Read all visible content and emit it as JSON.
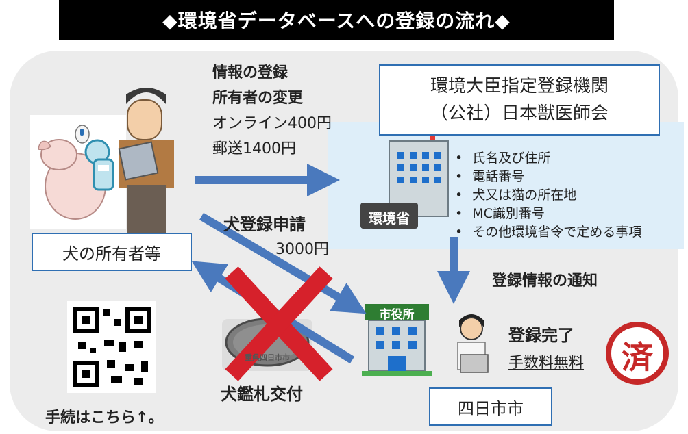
{
  "title": "◆環境省データベースへの登録の流れ◆",
  "owner_label": "犬の所有者等",
  "org_box": {
    "line1": "環境大臣指定登録機関",
    "line2": "（公社）日本獣医師会"
  },
  "info_change": {
    "line1": "情報の登録",
    "line2": "所有者の変更",
    "online": "オンライン400円",
    "mail": "郵送1400円"
  },
  "ministry_sign": "環境省",
  "registered_items": [
    "氏名及び住所",
    "電話番号",
    "犬又は猫の所在地",
    "MC識別番号",
    "その他環境省令で定める事項"
  ],
  "dog_application": {
    "label": "犬登録申請",
    "fee": "3000円"
  },
  "notification_label": "登録情報の通知",
  "cityhall_sign": "市役所",
  "complete": {
    "label": "登録完了",
    "fee": "手数料無料"
  },
  "done_stamp": "済",
  "tag_label": "犬鑑札交付",
  "tag_engraving": "重県四日市市",
  "city_label": "四日市市",
  "qr_caption": "手続はこちら↑。",
  "colors": {
    "arrow": "#4a79bd",
    "box_border": "#2f6fb3",
    "cross": "#d6212b",
    "stamp": "#c62828"
  }
}
